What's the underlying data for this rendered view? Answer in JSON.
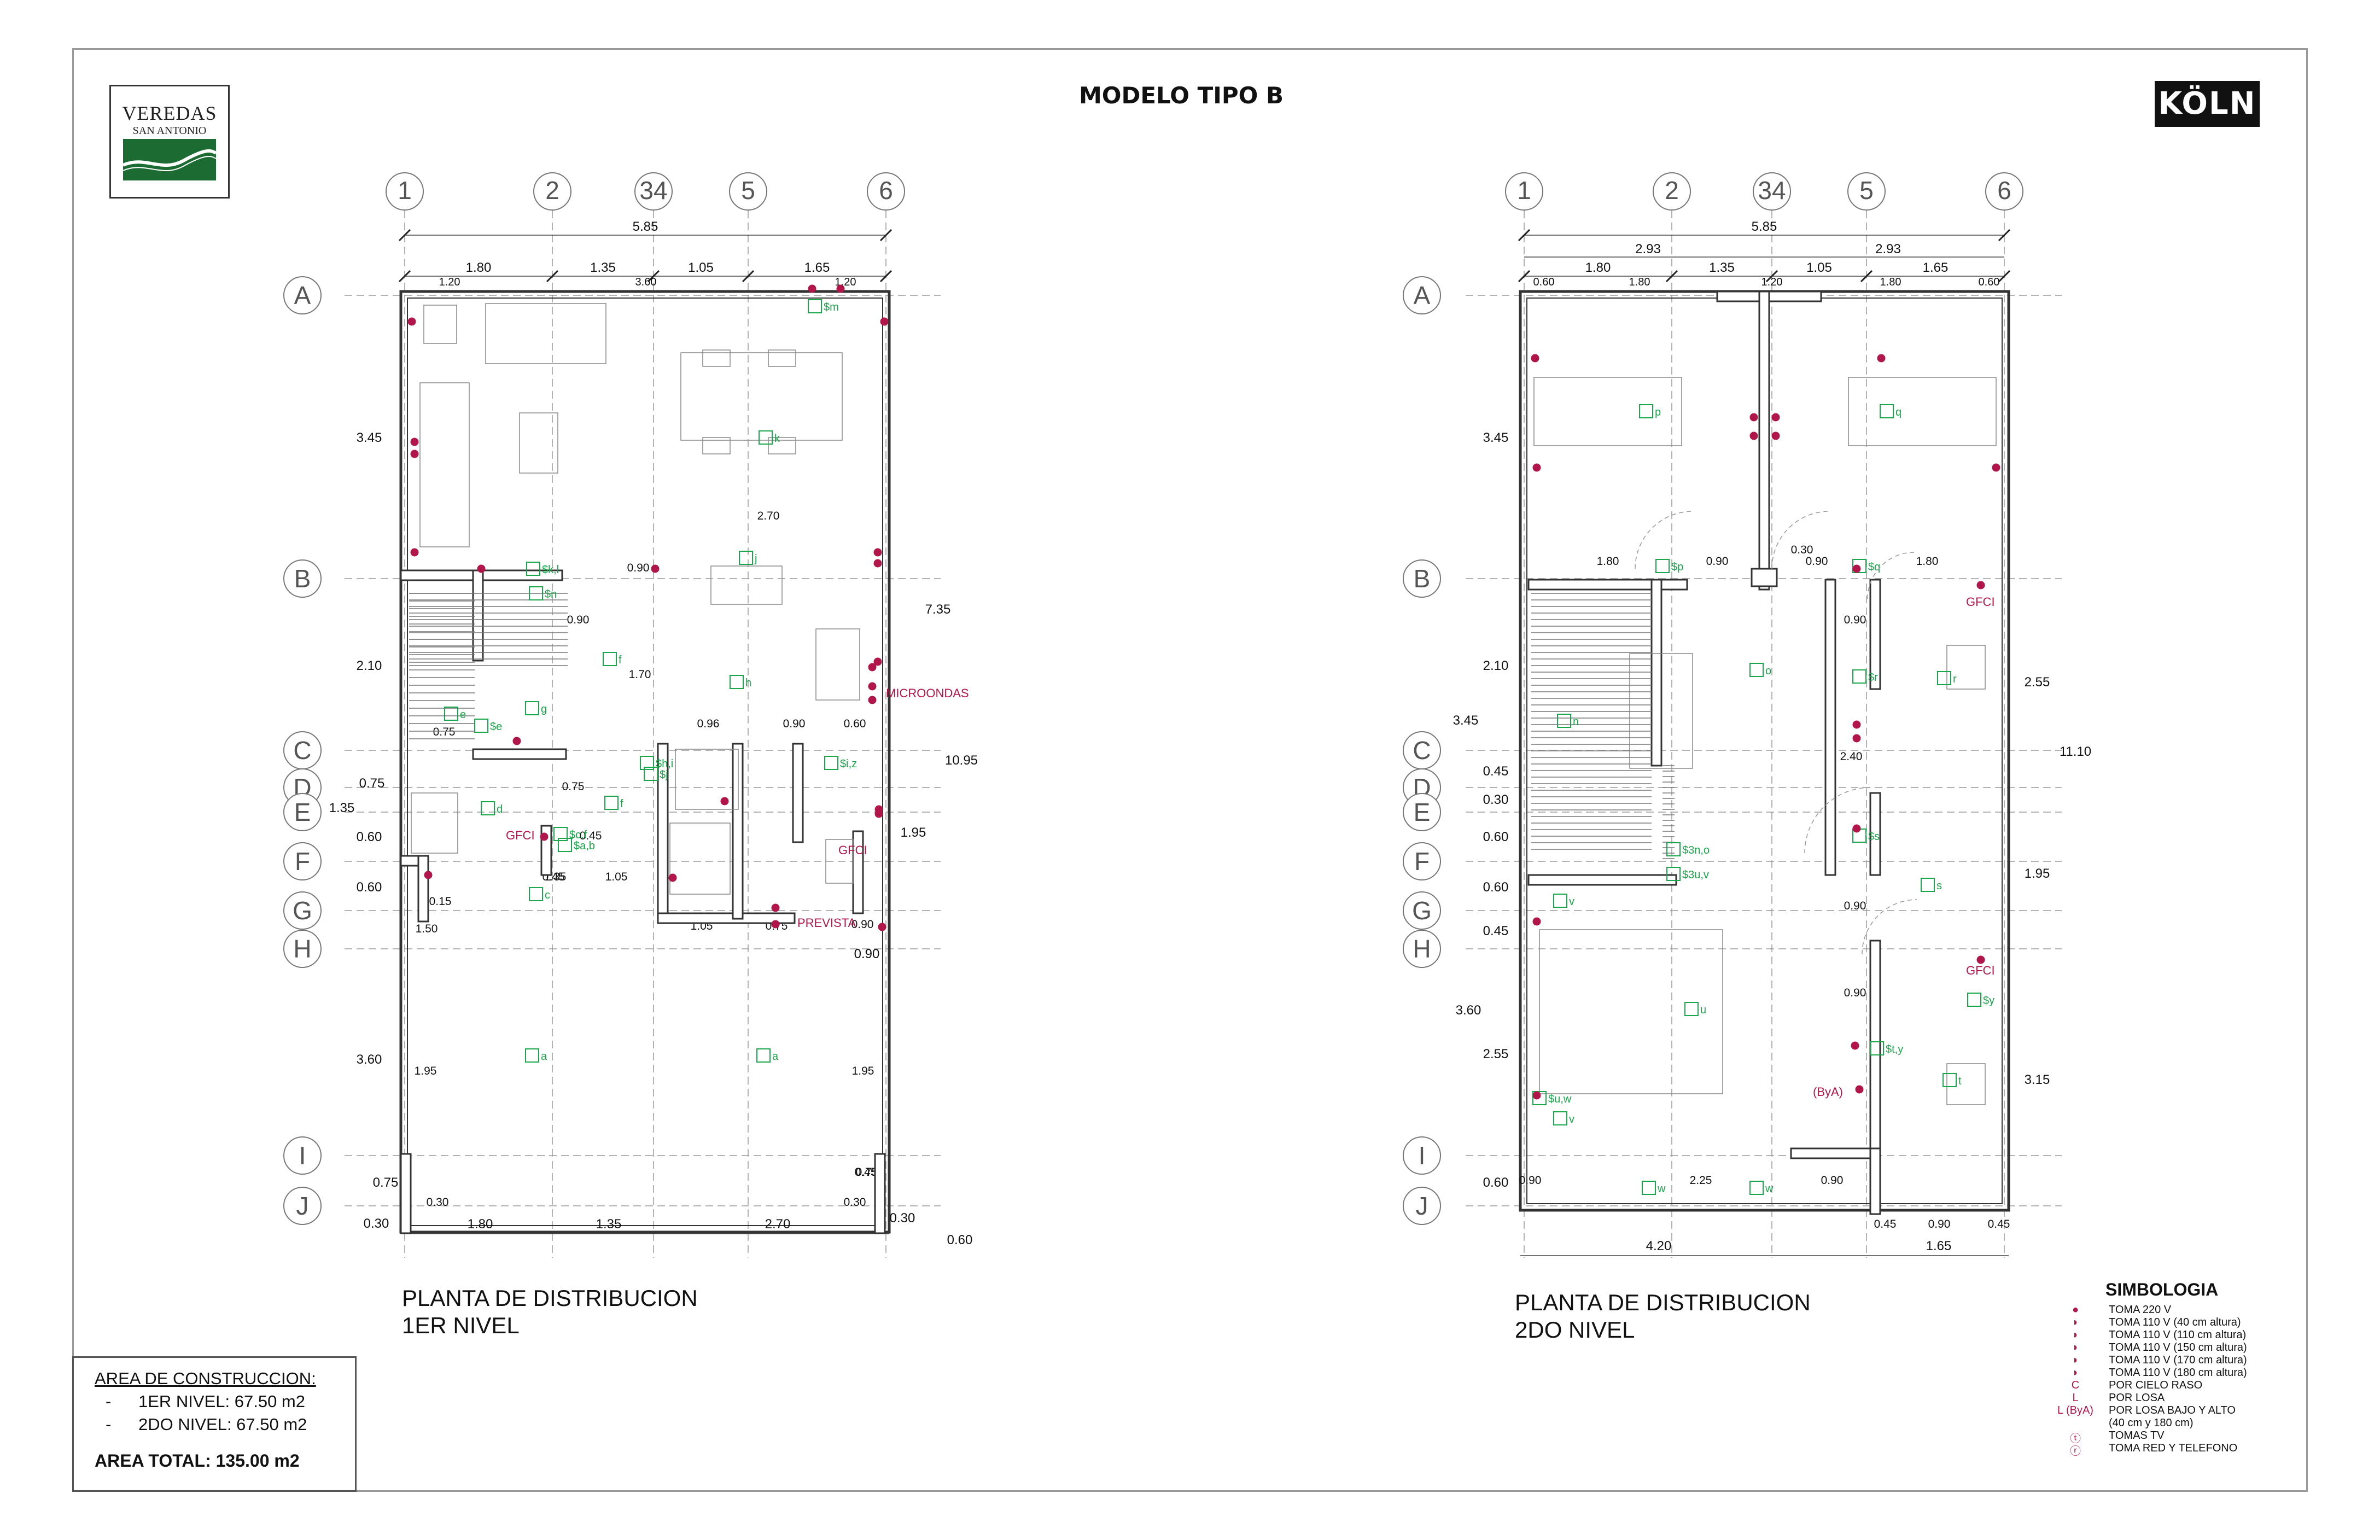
{
  "sheet_title": "MODELO TIPO B",
  "logos": {
    "veredas_line1": "VEREDAS",
    "veredas_line2": "SAN ANTONIO",
    "koln": "KÖLN",
    "veredas_color": "#1c6b33"
  },
  "colors": {
    "walls": "#333333",
    "gridlines": "#9a9a9a",
    "electrical_symbols": "#b0164a",
    "switch_labels": "#1aa64a",
    "dimension_text": "#111111"
  },
  "axes": {
    "numbers": [
      "1",
      "2",
      "34",
      "5",
      "6"
    ],
    "letters": [
      "A",
      "B",
      "C",
      "D",
      "E",
      "F",
      "G",
      "H",
      "I",
      "J"
    ]
  },
  "plan1": {
    "title_line1": "PLANTA DE DISTRIBUCION",
    "title_line2": "1ER NIVEL",
    "top_overall": "5.85",
    "top_dims": [
      "1.80",
      "1.35",
      "1.05",
      "1.65"
    ],
    "top_sub_dims": [
      "1.20",
      "3.60",
      "1.20"
    ],
    "left_dims": [
      "3.45",
      "2.10",
      "0.75",
      "1.35",
      "0.60",
      "0.60",
      "3.60",
      "0.75",
      "0.30"
    ],
    "right_dims": [
      "7.35",
      "10.95",
      "1.95",
      "0.90",
      "0.30",
      "0.60"
    ],
    "bottom_dims": [
      "1.80",
      "1.35",
      "2.70"
    ],
    "interior_dims": [
      "2.70",
      "0.90",
      "0.90",
      "1.70",
      "0.96",
      "0.90",
      "0.60",
      "0.75",
      "0.75",
      "0.45",
      "1.35",
      "0.45",
      "1.05",
      "0.15",
      "1.50",
      "1.05",
      "0.75",
      "0.90",
      "1.95",
      "1.95",
      "0.45",
      "0.30",
      "0.30",
      "0.75"
    ],
    "switch_labels": [
      "$m",
      "$k,l",
      "$n",
      "k",
      "j",
      "f",
      "g",
      "e",
      "$e",
      "d",
      "f",
      "c",
      "$h,i",
      "$j",
      "$i,z",
      "a",
      "a",
      "h",
      "$c,f",
      "$a,b"
    ],
    "red_labels": [
      "MICROONDAS",
      "GFCI",
      "GFCI",
      "PREVISTA"
    ]
  },
  "plan2": {
    "title_line1": "PLANTA DE DISTRIBUCION",
    "title_line2": "2DO NIVEL",
    "top_overall": "5.85",
    "top_halves": [
      "2.93",
      "2.93"
    ],
    "top_dims": [
      "1.80",
      "1.35",
      "1.05",
      "1.65"
    ],
    "top_sub_dims": [
      "0.60",
      "1.80",
      "1.20",
      "1.80",
      "0.60"
    ],
    "left_dims": [
      "3.45",
      "2.10",
      "3.45",
      "0.45",
      "0.30",
      "0.60",
      "0.60",
      "0.45",
      "3.60",
      "2.55",
      "0.60"
    ],
    "right_dims": [
      "2.55",
      "11.10",
      "1.95",
      "3.15"
    ],
    "bottom_dims": [
      "4.20",
      "1.65"
    ],
    "interior_dims": [
      "1.80",
      "0.90",
      "0.30",
      "0.90",
      "1.80",
      "0.90",
      "2.40",
      "0.90",
      "0.90",
      "0.90",
      "2.25",
      "0.90",
      "0.45",
      "0.90",
      "0.45"
    ],
    "switch_labels": [
      "p",
      "q",
      "$p",
      "$q",
      "o",
      "n",
      "$r",
      "r",
      "$s",
      "s",
      "$3n,o",
      "$3u,v",
      "v",
      "u",
      "$u,w",
      "v",
      "w",
      "w",
      "$y",
      "$t,y",
      "t"
    ],
    "red_labels": [
      "GFCI",
      "GFCI",
      "(ByA)"
    ]
  },
  "area_table": {
    "heading": "AREA DE CONSTRUCCION:",
    "rows": [
      {
        "dash": "-",
        "text": "1ER NIVEL: 67.50 m2"
      },
      {
        "dash": "-",
        "text": "2DO NIVEL: 67.50 m2"
      }
    ],
    "total": "AREA TOTAL: 135.00 m2"
  },
  "legend": {
    "heading": "SIMBOLOGIA",
    "items": [
      {
        "sym": "●",
        "icon": "outlet-220v-icon",
        "text": "TOMA 220 V"
      },
      {
        "sym": "◗",
        "icon": "outlet-110v-icon",
        "text": "TOMA 110 V (40 cm altura)"
      },
      {
        "sym": "◗",
        "icon": "outlet-110v-icon",
        "text": "TOMA 110 V (110 cm altura)"
      },
      {
        "sym": "◗",
        "icon": "outlet-110v-icon",
        "text": "TOMA 110 V (150 cm altura)"
      },
      {
        "sym": "◗",
        "icon": "outlet-110v-icon",
        "text": "TOMA 110 V (170 cm altura)"
      },
      {
        "sym": "◗",
        "icon": "outlet-110v-icon",
        "text": "TOMA 110 V (180 cm altura)"
      },
      {
        "sym": "C",
        "icon": "",
        "text": "POR CIELO RASO"
      },
      {
        "sym": "L",
        "icon": "",
        "text": "POR LOSA"
      },
      {
        "sym": "L (ByA)",
        "icon": "",
        "text": "POR LOSA BAJO Y ALTO"
      },
      {
        "sym": "",
        "icon": "",
        "text": "(40 cm y 180 cm)"
      },
      {
        "sym": "ⓣ",
        "icon": "tv-outlet-icon",
        "text": "TOMAS TV"
      },
      {
        "sym": "ⓡ",
        "icon": "network-phone-outlet-icon",
        "text": "TOMA RED Y TELEFONO"
      }
    ]
  }
}
